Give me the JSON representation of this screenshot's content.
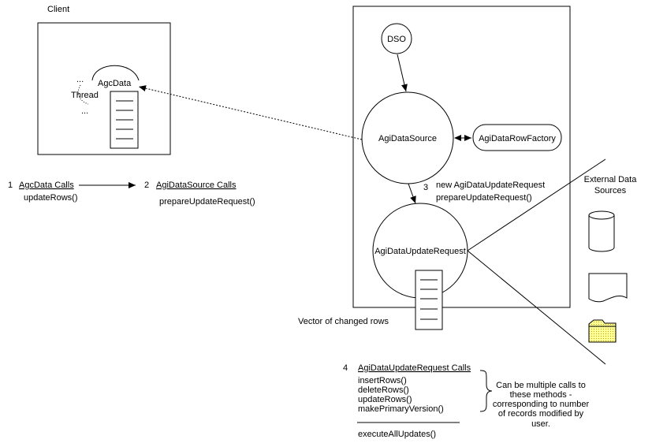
{
  "client": {
    "title": "Client",
    "agc_data": "AgcData",
    "thread": "Thread",
    "dots_top": "...",
    "dots_bottom": "..."
  },
  "server": {
    "dso": "DSO",
    "data_source": "AgiDataSource",
    "row_factory": "AgiDataRowFactory",
    "update_request": "AgiDataUpdateRequest",
    "vector_label": "Vector of changed rows"
  },
  "step3": {
    "number": "3",
    "line1": "new AgiDataUpdateRequest",
    "line2": "prepareUpdateRequest()"
  },
  "steps": {
    "s1_number": "1",
    "s1_title": "AgcData Calls",
    "s1_method": "updateRows()",
    "s2_number": "2",
    "s2_title": "AgiDataSource Calls",
    "s2_method": "prepareUpdateRequest()"
  },
  "external": {
    "line1": "External Data",
    "line2": "Sources"
  },
  "step4": {
    "number": "4",
    "title": "AgiDataUpdateRequest Calls",
    "methods": [
      "insertRows()",
      "deleteRows()",
      "updateRows()",
      "makePrimaryVersion()"
    ],
    "final_method": "executeAllUpdates()",
    "note": [
      "Can be multiple calls to",
      "these methods -",
      "corresponding to number",
      "of records modified by",
      "user."
    ]
  },
  "colors": {
    "line": "#000000",
    "folder_fill": "#ffff99",
    "background": "#ffffff"
  }
}
